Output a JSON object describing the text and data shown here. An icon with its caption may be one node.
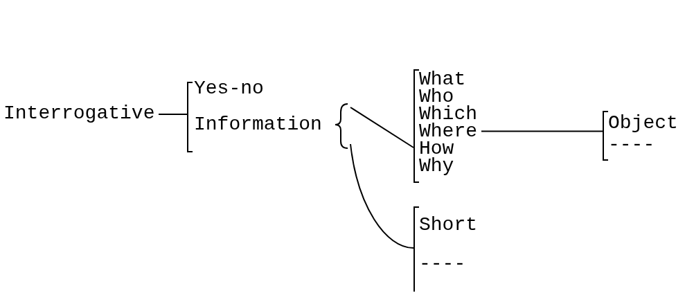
{
  "diagram": {
    "nodes": [
      {
        "text": [
          "Interrogative"
        ]
      },
      {
        "text": [],
        "shape": "bracket"
      },
      {
        "text": [
          "Yes-no"
        ]
      },
      {
        "text": [
          "Information"
        ]
      },
      {
        "text": [],
        "shape": "bracket"
      },
      {
        "text": [
          "What"
        ]
      },
      {
        "text": [
          "Who"
        ]
      },
      {
        "text": [
          "Which"
        ]
      },
      {
        "text": [
          "Where"
        ]
      },
      {
        "text": [
          "How"
        ]
      },
      {
        "text": [
          "Why"
        ]
      },
      {
        "text": [],
        "shape": "bracket"
      },
      {
        "text": [
          "Object"
        ]
      },
      {
        "text": [
          "----"
        ]
      },
      {
        "text": [],
        "shape": "bracket"
      },
      {
        "text": [
          "Short"
        ]
      },
      {
        "text": [
          "----"
        ]
      }
    ],
    "edges": [
      {
        "from": 0,
        "to": 1,
        "arrow": "none"
      },
      {
        "from": 3,
        "to": 4,
        "arrow": "none"
      },
      {
        "from": 3,
        "to": 14,
        "arrow": "none"
      },
      {
        "from": 8,
        "to": 11,
        "arrow": "none"
      }
    ]
  }
}
